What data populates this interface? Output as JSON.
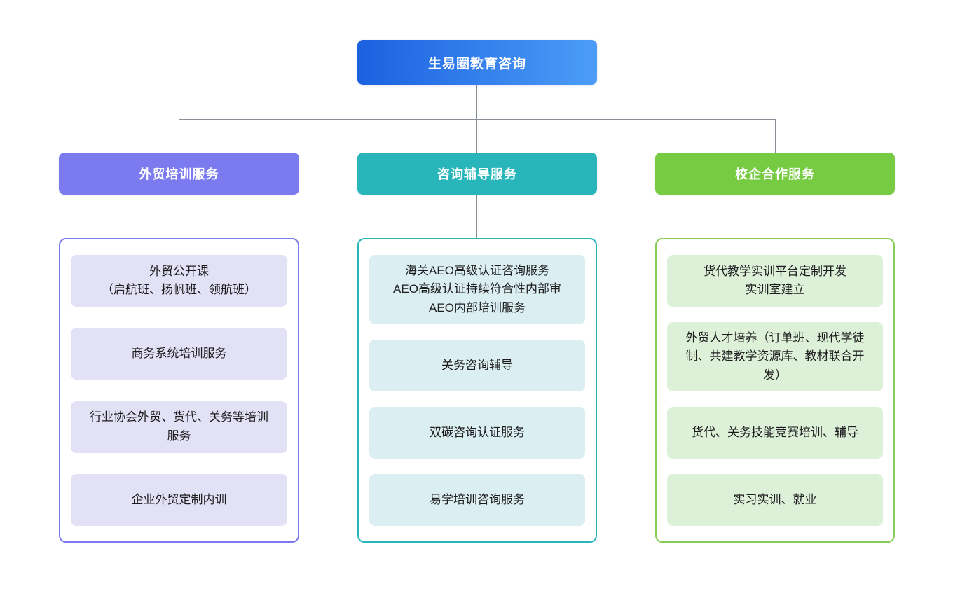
{
  "diagram": {
    "type": "org-chart",
    "background": "#ffffff",
    "connector_color": "#878e98"
  },
  "colors": {
    "root_gradient_start": "#1b61e0",
    "root_gradient_end": "#4c9df8",
    "branch_trade_training": "#7b7bef",
    "branch_consulting": "#29b6ba",
    "branch_school_enterprise": "#76cb42",
    "item_bg_purple": "#e3e1f6",
    "item_bg_cyan": "#dbeef2",
    "item_bg_green": "#ddf1d9"
  },
  "root": {
    "label": "生易圈教育咨询"
  },
  "columns": [
    {
      "header": {
        "label": "外贸培训服务",
        "color": "#7b7bef"
      },
      "items": [
        "外贸公开课\n（启航班、扬帆班、领航班）",
        "商务系统培训服务",
        "行业协会外贸、货代、关务等培训服务",
        "企业外贸定制内训"
      ]
    },
    {
      "header": {
        "label": "咨询辅导服务",
        "color": "#29b6ba"
      },
      "items": [
        "海关AEO高级认证咨询服务\nAEO高级认证持续符合性内部审\nAEO内部培训服务",
        "关务咨询辅导",
        "双碳咨询认证服务",
        "易学培训咨询服务"
      ]
    },
    {
      "header": {
        "label": "校企合作服务",
        "color": "#76cb42"
      },
      "items": [
        "货代教学实训平台定制开发\n实训室建立",
        "外贸人才培养（订单班、现代学徒制、共建教学资源库、教材联合开发）",
        "货代、关务技能竞赛培训、辅导",
        "实习实训、就业"
      ]
    }
  ]
}
